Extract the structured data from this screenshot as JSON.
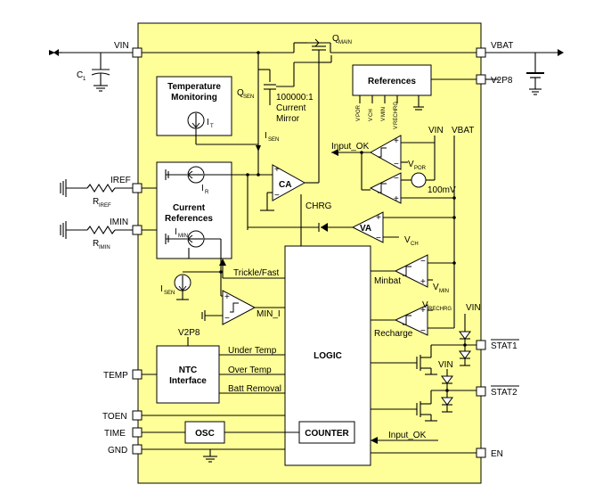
{
  "pins": {
    "vin": "VIN",
    "vbat": "VBAT",
    "v2p8": "V2P8",
    "iref": "IREF",
    "imin": "IMIN",
    "temp": "TEMP",
    "toen": "TOEN",
    "time": "TIME",
    "gnd": "GND",
    "stat1": "STAT1",
    "stat2": "STAT2",
    "en": "EN"
  },
  "blocks": {
    "temperature_monitoring": [
      "Temperature",
      "Monitoring"
    ],
    "references": "References",
    "current_references": [
      "Current",
      "References"
    ],
    "logic": "LOGIC",
    "ntc_interface": [
      "NTC",
      "Interface"
    ],
    "osc": "OSC",
    "counter": "COUNTER"
  },
  "amplifiers": {
    "ca": "CA",
    "va": "VA"
  },
  "labels": {
    "q_main": "Q",
    "q_main_sub": "MAIN",
    "q_sen": "Q",
    "q_sen_sub": "SEN",
    "mirror": [
      "100000:1",
      "Current",
      "Mirror"
    ],
    "i_sen": "I",
    "i_sen_sub": "SEN",
    "i_t": "I",
    "i_t_sub": "T",
    "i_r": "I",
    "i_r_sub": "R",
    "i_min": "I",
    "i_min_sub": "MIN",
    "i_sen2": "I",
    "i_sen2_sub": "SEN",
    "chrg": "CHRG",
    "input_ok": "Input_OK",
    "input_ok2": "Input_OK",
    "vin_internal": "VIN",
    "vbat_internal": "VBAT",
    "v_por": "V",
    "v_por_sub": "POR",
    "hundred_mv": "100mV",
    "v_ch": "V",
    "v_ch_sub": "CH",
    "minbat": "Minbat",
    "v_min": "V",
    "v_min_sub": "MIN",
    "recharge": "Recharge",
    "v_rechrg": "V",
    "v_rechrg_sub": "RECHRG",
    "trickle_fast": "Trickle/Fast",
    "min_i": "MIN_I",
    "under_temp": "Under Temp",
    "over_temp": "Over Temp",
    "batt_removal": "Batt Removal",
    "v2p8_internal": "V2P8",
    "c1": "C",
    "c1_sub": "1",
    "r_iref": "R",
    "r_iref_sub": "IREF",
    "r_imin": "R",
    "r_imin_sub": "IMIN",
    "vin_stat1": "VIN",
    "vin_stat2": "VIN",
    "ref_out_por": "V",
    "ref_out_por_sub": "POR",
    "ref_out_ch": "V",
    "ref_out_ch_sub": "CH",
    "ref_out_min": "V",
    "ref_out_min_sub": "MIN",
    "ref_out_rechrg": "V",
    "ref_out_rechrg_sub": "RECHRG"
  },
  "colors": {
    "chip_fill": "#ffff99",
    "block_fill": "#ffffff",
    "stroke": "#000000"
  }
}
